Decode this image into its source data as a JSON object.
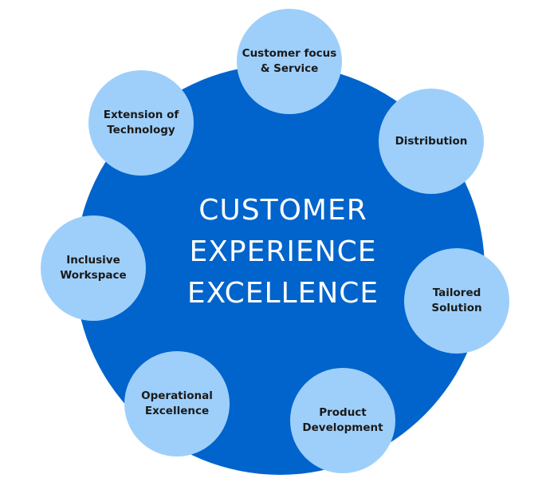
{
  "center": {
    "lines": [
      "CUSTOMER",
      "EXPERIENCE",
      "EXCELLENCE"
    ]
  },
  "nodes": [
    {
      "lines": [
        "Customer focus",
        "& Service"
      ]
    },
    {
      "lines": [
        "Distribution"
      ]
    },
    {
      "lines": [
        "Tailored",
        "Solution"
      ]
    },
    {
      "lines": [
        "Product",
        "Development"
      ]
    },
    {
      "lines": [
        "Operational",
        "Excellence"
      ]
    },
    {
      "lines": [
        "Inclusive",
        "Workspace"
      ]
    },
    {
      "lines": [
        "Extension of",
        "Technology"
      ]
    }
  ],
  "colors": {
    "center_fill": "#0064cc",
    "node_fill": "#9ecffa",
    "center_text": "#ffffff",
    "node_text": "#1a1a1a"
  }
}
